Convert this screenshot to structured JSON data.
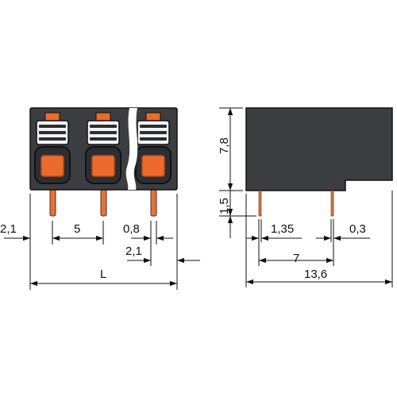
{
  "colors": {
    "housing": "#3b3d40",
    "housing_face": "#47494c",
    "cell": "#2c2e31",
    "cell_rim": "#111214",
    "orange": "#ec6a2c",
    "orange_dark": "#b94d17",
    "white_slot": "#f2f2f2",
    "pin": "#e0743a",
    "pin_edge": "#5a2a10",
    "line": "#111111"
  },
  "front_view": {
    "poles": 3,
    "labels": {
      "left_overhang": "2,1",
      "pitch": "5",
      "pin_width": "0,8",
      "pin_offset": "2,1",
      "length": "L"
    }
  },
  "side_view": {
    "labels": {
      "height": "7,8",
      "pin_length": "1,5",
      "pin_diameter_left": "1,35",
      "pin_diameter_right": "0,3",
      "pin_spacing": "7",
      "depth": "13,6"
    }
  },
  "icons": {
    "arrow": "arrow-head-icon"
  }
}
